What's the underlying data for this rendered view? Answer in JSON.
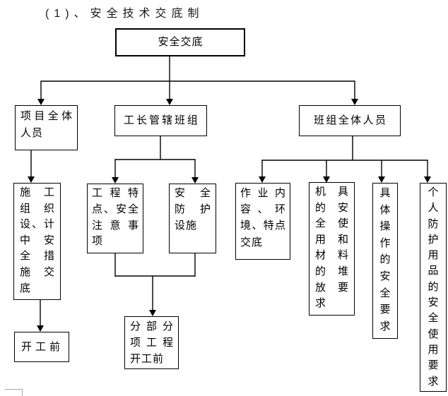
{
  "title": "(1)、安全技术交底制",
  "flowchart": {
    "nodes": {
      "root": {
        "text": "安全交底",
        "lines": [
          "安全交底"
        ]
      },
      "project_staff": {
        "text": "项目全体人员",
        "lines": [
          "项目全体",
          "人员"
        ]
      },
      "foreman_teams": {
        "text": "工长管辖班组",
        "lines": [
          "工长管辖班组"
        ]
      },
      "team_staff": {
        "text": "班组全体人员",
        "lines": [
          "班组全体人员"
        ]
      },
      "org_design_disclosure": {
        "text": "施工组织设、计中安全措施交底",
        "lines": [
          "施工",
          "组织",
          "设、计",
          "中安",
          "全措",
          "施交",
          "底"
        ]
      },
      "before_commencement": {
        "text": "开工前",
        "lines": [
          "开工前"
        ]
      },
      "project_features": {
        "text": "工程特点、安全注意事项",
        "lines": [
          "工程特",
          "点、安全",
          "注意事",
          "项"
        ]
      },
      "safety_facilities": {
        "text": "安全防护设施",
        "lines": [
          "安全",
          "防护",
          "设施"
        ]
      },
      "sub_project_commencement": {
        "text": "分部分项工程开工前",
        "lines": [
          "分部分",
          "项工程",
          "开工前"
        ]
      },
      "work_content": {
        "text": "作业内容、环境、特点交底",
        "lines": [
          "作业内",
          "容、环",
          "境、特点",
          "交底"
        ]
      },
      "machinery_materials": {
        "text": "机具的安全使用和材料的堆放要求",
        "lines": [
          "机具",
          "的安",
          "全使",
          "用和",
          "材料",
          "的堆",
          "放要",
          "求"
        ]
      },
      "operation_safety": {
        "text": "具体操作的安全要求",
        "lines": [
          "具",
          "体",
          "操",
          "作",
          "的",
          "安",
          "全",
          "要",
          "求"
        ]
      },
      "ppe_safety": {
        "text": "个人防护用品的安全使用要求",
        "lines": [
          "个",
          "人",
          "防",
          "护",
          "用",
          "品",
          "的",
          "安",
          "全",
          "使",
          "用",
          "要",
          "求"
        ]
      }
    },
    "edges": [
      {
        "from": "root",
        "to": "project_staff"
      },
      {
        "from": "root",
        "to": "foreman_teams"
      },
      {
        "from": "root",
        "to": "team_staff"
      },
      {
        "from": "project_staff",
        "to": "org_design_disclosure"
      },
      {
        "from": "org_design_disclosure",
        "to": "before_commencement"
      },
      {
        "from": "foreman_teams",
        "to": "project_features"
      },
      {
        "from": "foreman_teams",
        "to": "safety_facilities"
      },
      {
        "from": "project_features",
        "to": "sub_project_commencement"
      },
      {
        "from": "safety_facilities",
        "to": "sub_project_commencement"
      },
      {
        "from": "team_staff",
        "to": "work_content"
      },
      {
        "from": "team_staff",
        "to": "machinery_materials"
      },
      {
        "from": "team_staff",
        "to": "operation_safety"
      },
      {
        "from": "team_staff",
        "to": "ppe_safety"
      }
    ],
    "colors": {
      "line": "#000000",
      "box_border": "#000000",
      "background": "#ffffff"
    }
  }
}
